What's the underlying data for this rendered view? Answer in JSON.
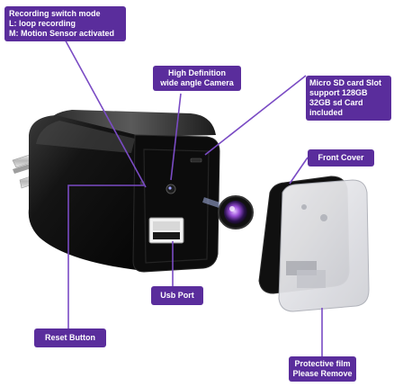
{
  "labels": {
    "recording_switch": [
      "Recording switch mode",
      "L: loop recording",
      "M: Motion Sensor activated"
    ],
    "camera": [
      "High Definition",
      "wide angle Camera"
    ],
    "sd_card": [
      "Micro SD card Slot",
      "support 128GB",
      "32GB sd Card",
      "included"
    ],
    "front_cover": "Front Cover",
    "usb_port": "Usb Port",
    "reset_button": "Reset  Button",
    "protective_film": [
      "Protective film",
      "Please Remove"
    ]
  },
  "colors": {
    "label_bg": "#5a2d9c",
    "pointer": "#7a4bc4",
    "device_body": "#141414"
  }
}
